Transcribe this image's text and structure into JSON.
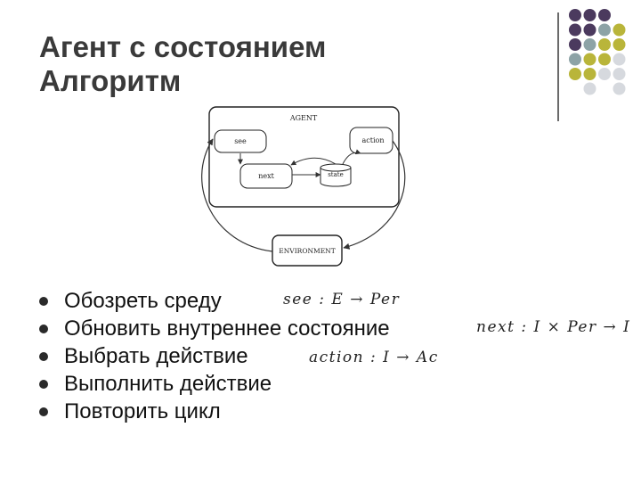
{
  "title": {
    "line1": "Агент с состоянием",
    "line2": "Алгоритм"
  },
  "decor": {
    "dot_colors": {
      "purple": "#4b3a5e",
      "slate": "#8da3a6",
      "olive": "#b9b53a",
      "light": "#d6d9de"
    },
    "dot_rows": [
      [
        "purple",
        "purple",
        "purple"
      ],
      [
        "purple",
        "purple",
        "slate",
        "olive"
      ],
      [
        "purple",
        "slate",
        "olive",
        "olive"
      ],
      [
        "slate",
        "olive",
        "olive",
        "light"
      ],
      [
        "olive",
        "olive",
        "light",
        "light"
      ],
      [
        "",
        "light",
        "",
        "light"
      ]
    ]
  },
  "diagram": {
    "agent_label": "AGENT",
    "see_label": "see",
    "action_label": "action",
    "next_label": "next",
    "state_label": "state",
    "environment_label": "ENVIRONMENT"
  },
  "bullets": [
    {
      "text": "Обозреть среду"
    },
    {
      "text": "Обновить внутреннее состояние"
    },
    {
      "text": "Выбрать действие"
    },
    {
      "text": "Выполнить действие"
    },
    {
      "text": "Повторить цикл"
    }
  ],
  "formulas": {
    "see": "see : E → Per",
    "next": "next : I × Per → I",
    "action": "action : I → Ac"
  }
}
